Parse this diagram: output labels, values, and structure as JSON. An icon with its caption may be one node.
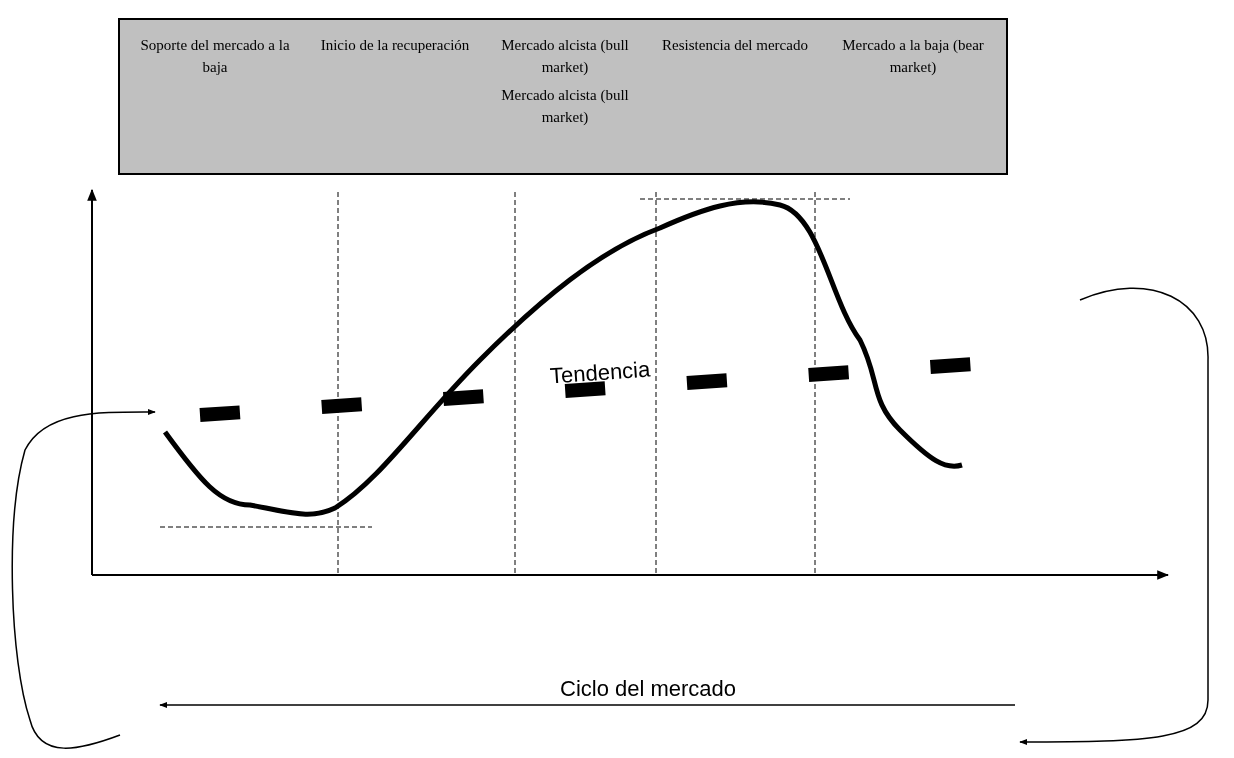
{
  "diagram": {
    "nodes": [
      {
        "text": [
          "Soporte del mercado a la baja",
          "Inicio de la recuperación",
          "Mercado alcista (bull market)",
          "Mercado alcista (bull market)",
          "Resistencia del mercado",
          "Mercado a la baja (bear market)"
        ]
      }
    ],
    "labels": [
      "Tendencia",
      "Ciclo del mercado"
    ]
  }
}
